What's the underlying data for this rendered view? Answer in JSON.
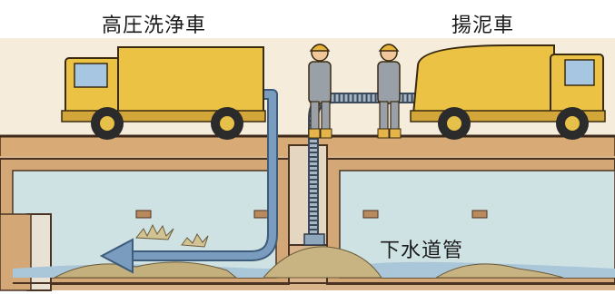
{
  "labels": {
    "high_pressure_washer_truck": "高圧洗浄車",
    "sludge_suction_truck": "揚泥車",
    "sewer_pipe": "下水道管"
  },
  "colors": {
    "truck_body": "#ecc245",
    "hose_blue": "#6f8fb0",
    "ground": "#d6a873",
    "pipe_interior": "#cde0e2",
    "water": "#b4cfdc",
    "sludge": "#c9b884"
  }
}
